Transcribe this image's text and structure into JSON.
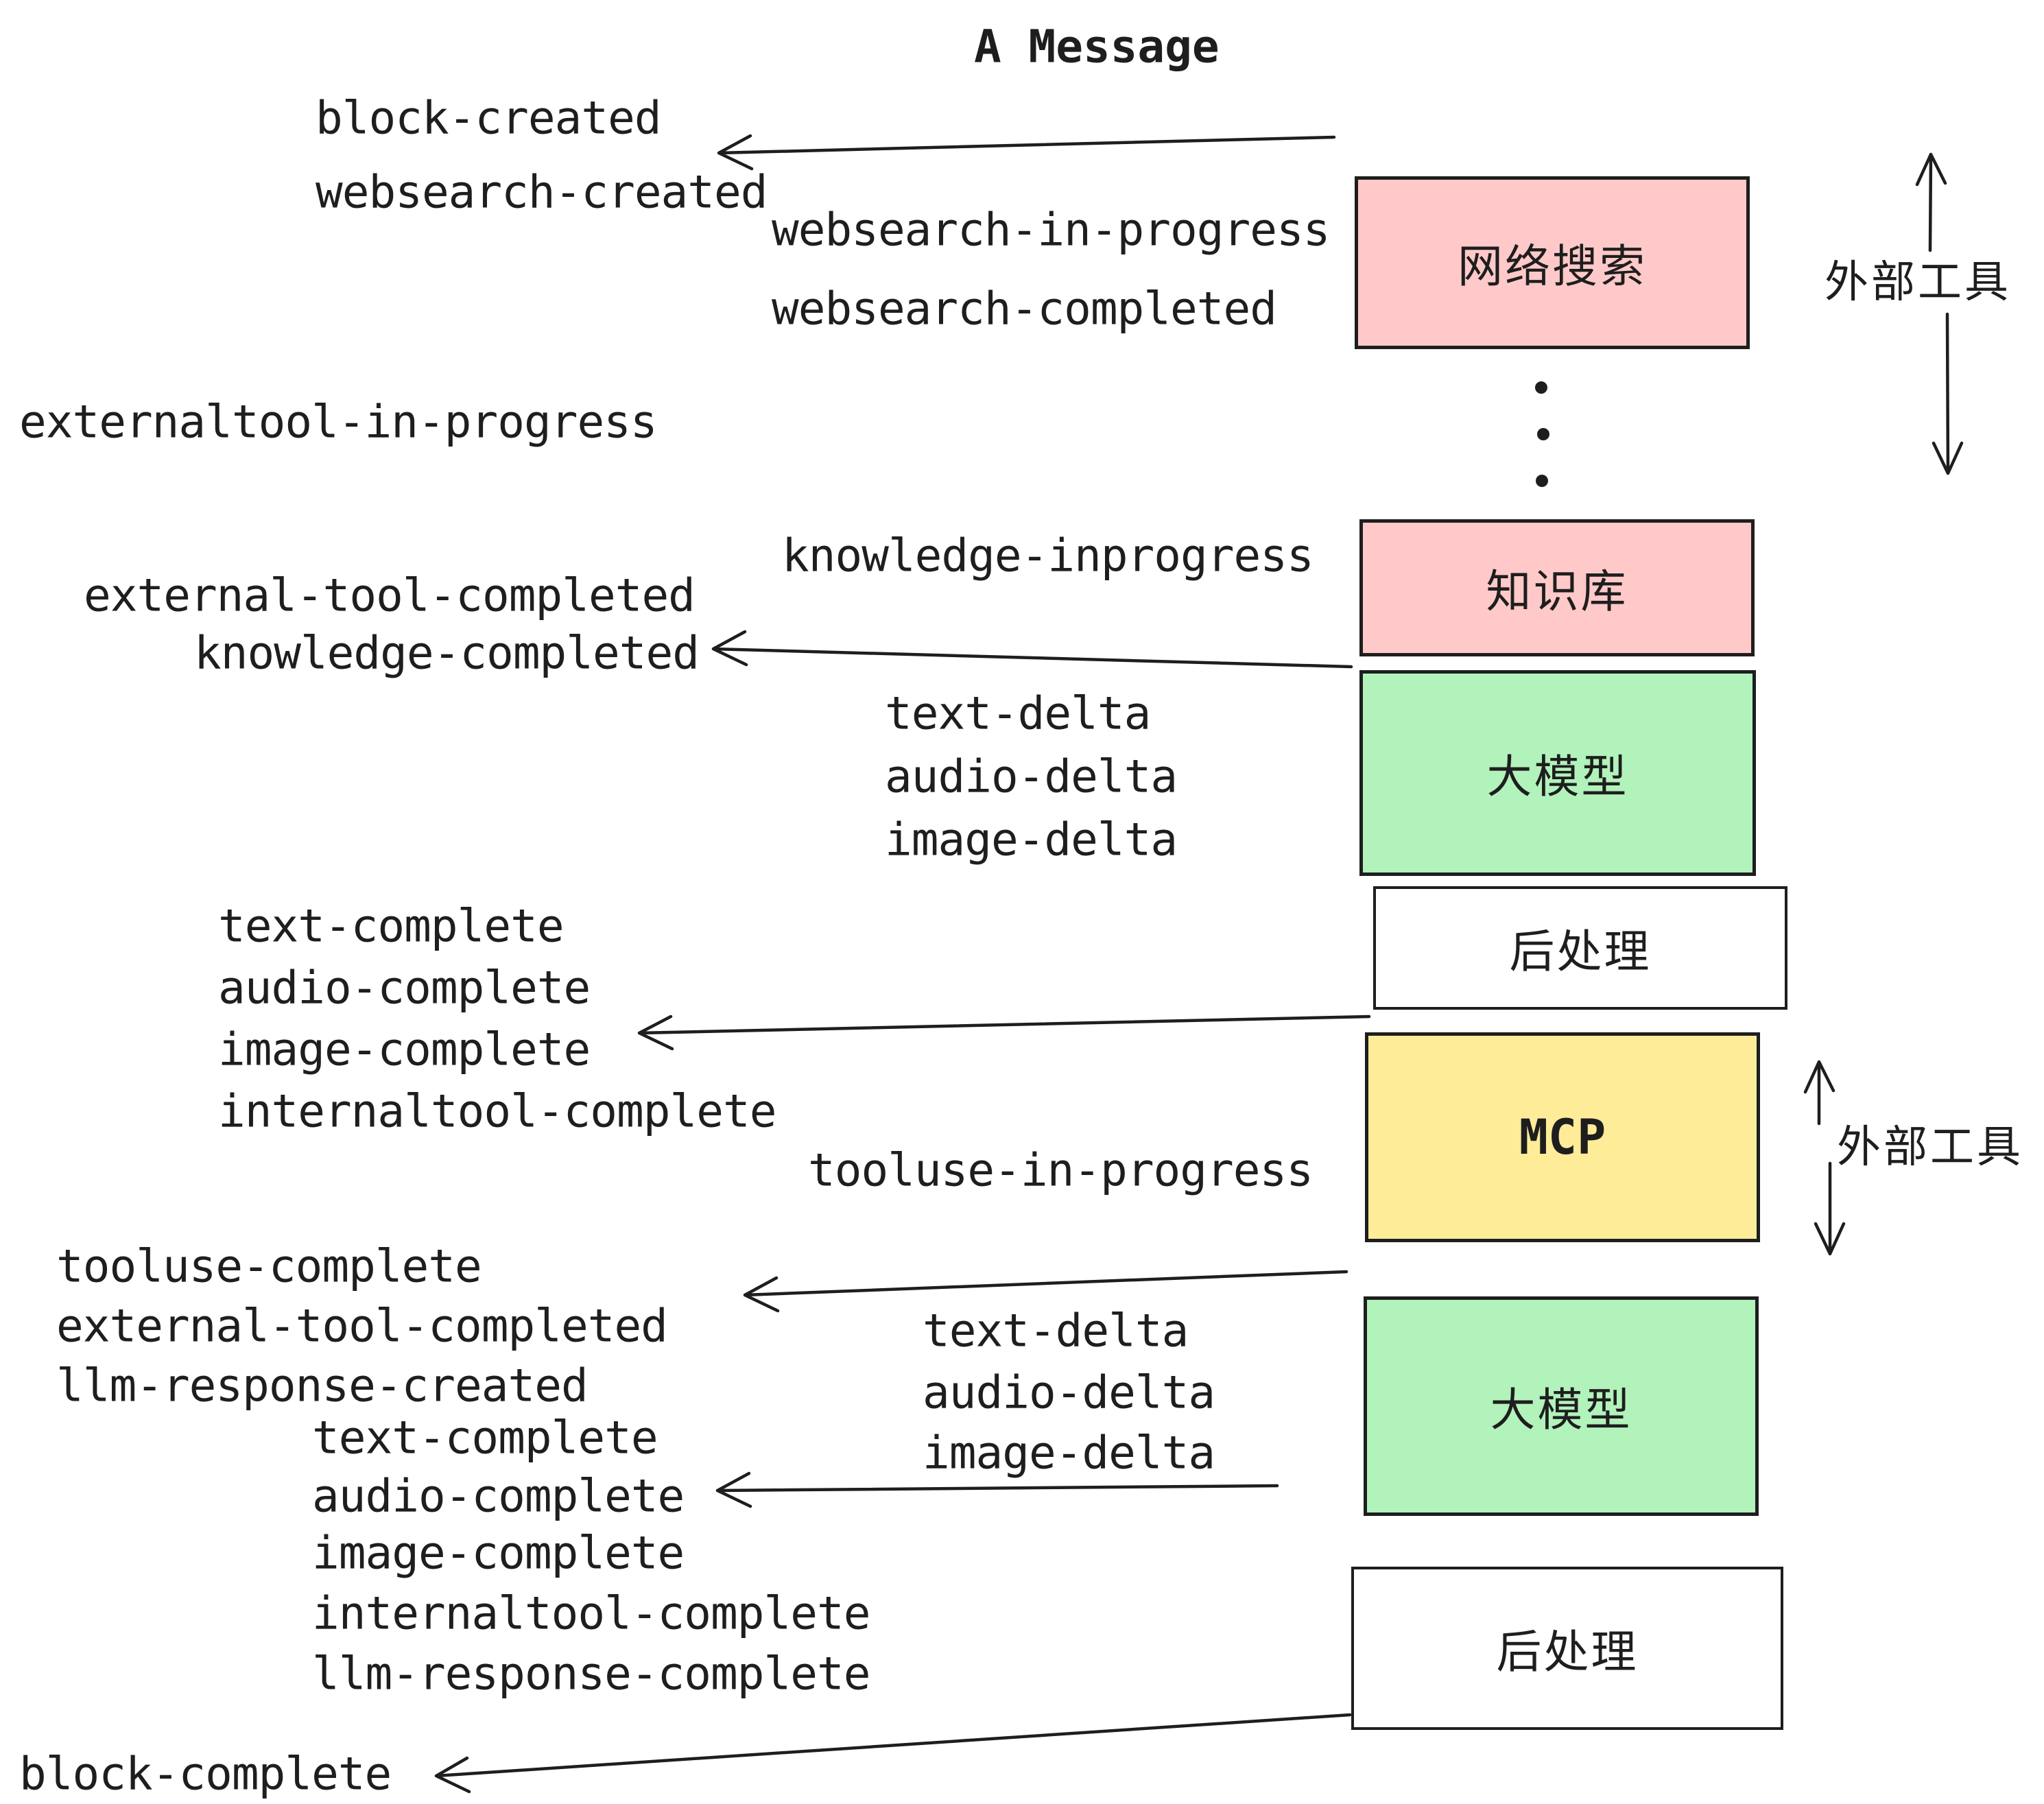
{
  "title": "A Message",
  "colors": {
    "stroke": "#1e1e1e",
    "pink": "#ffc9c9",
    "green": "#b2f2bb",
    "yellow": "#ffec99",
    "white": "#ffffff",
    "background": "#ffffff"
  },
  "boxes": {
    "websearch": {
      "label": "网络搜索",
      "fill": "#ffc9c9"
    },
    "knowledge": {
      "label": "知识库",
      "fill": "#ffc9c9"
    },
    "llm1": {
      "label": "大模型",
      "fill": "#b2f2bb"
    },
    "post1": {
      "label": "后处理",
      "fill": "#ffffff"
    },
    "mcp": {
      "label": "MCP",
      "fill": "#ffec99"
    },
    "llm2": {
      "label": "大模型",
      "fill": "#b2f2bb"
    },
    "post2": {
      "label": "后处理",
      "fill": "#ffffff"
    }
  },
  "side_labels": [
    {
      "label": "外部工具"
    },
    {
      "label": "外部工具"
    }
  ],
  "events": {
    "block_created": "block-created",
    "websearch_created": "websearch-created",
    "websearch_in_progress": "websearch-in-progress",
    "websearch_completed": "websearch-completed",
    "externaltool_in_progress": "externaltool-in-progress",
    "knowledge_inprogress": "knowledge-inprogress",
    "external_tool_completed_a": "external-tool-completed",
    "knowledge_completed": "knowledge-completed",
    "text_delta_a": "text-delta",
    "audio_delta_a": "audio-delta",
    "image_delta_a": "image-delta",
    "text_complete_a": "text-complete",
    "audio_complete_a": "audio-complete",
    "image_complete_a": "image-complete",
    "internaltool_complete_a": "internaltool-complete",
    "tooluse_in_progress": "tooluse-in-progress",
    "tooluse_complete": "tooluse-complete",
    "external_tool_completed_b": "external-tool-completed",
    "llm_response_created": "llm-response-created",
    "text_delta_b": "text-delta",
    "audio_delta_b": "audio-delta",
    "image_delta_b": "image-delta",
    "text_complete_b": "text-complete",
    "audio_complete_b": "audio-complete",
    "image_complete_b": "image-complete",
    "internaltool_complete_b": "internaltool-complete",
    "llm_response_complete": "llm-response-complete",
    "block_complete": "block-complete"
  }
}
